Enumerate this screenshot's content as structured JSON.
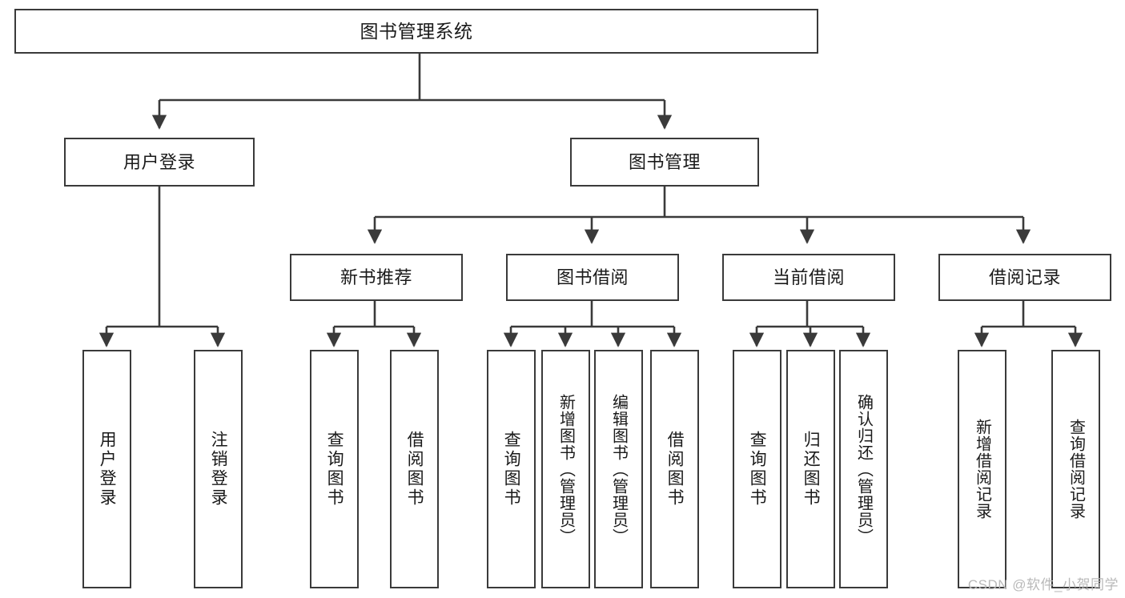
{
  "diagram": {
    "type": "tree-hierarchy",
    "title": "图书管理系统",
    "orientation": "top-down",
    "colors": {
      "node_border": "#3a3a3a",
      "node_fill": "#ffffff",
      "edge": "#3a3a3a",
      "text": "#1a1a1a",
      "watermark": "#b9b9b9",
      "background": "#ffffff"
    },
    "watermark": "CSDN @软件_小贺同学",
    "nodes": {
      "root": {
        "label": "图书管理系统"
      },
      "level2": [
        {
          "id": "user-login",
          "label": "用户登录"
        },
        {
          "id": "book-manage",
          "label": "图书管理"
        }
      ],
      "level3": [
        {
          "id": "new-book-recommend",
          "label": "新书推荐"
        },
        {
          "id": "book-borrow",
          "label": "图书借阅"
        },
        {
          "id": "current-borrow",
          "label": "当前借阅"
        },
        {
          "id": "borrow-record",
          "label": "借阅记录"
        }
      ],
      "leaves": {
        "user-login": [
          {
            "id": "leaf-user-login",
            "label": "用户登录"
          },
          {
            "id": "leaf-logout-login",
            "label": "注销登录"
          }
        ],
        "new-book-recommend": [
          {
            "id": "leaf-query-book-1",
            "label": "查询图书"
          },
          {
            "id": "leaf-borrow-book-1",
            "label": "借阅图书"
          }
        ],
        "book-borrow": [
          {
            "id": "leaf-query-book-2",
            "label": "查询图书"
          },
          {
            "id": "leaf-add-book",
            "label": "新增图书（管理员）"
          },
          {
            "id": "leaf-edit-book",
            "label": "编辑图书（管理员）"
          },
          {
            "id": "leaf-borrow-book-2",
            "label": "借阅图书"
          }
        ],
        "current-borrow": [
          {
            "id": "leaf-query-book-3",
            "label": "查询图书"
          },
          {
            "id": "leaf-return-book",
            "label": "归还图书"
          },
          {
            "id": "leaf-confirm-return",
            "label": "确认归还（管理员）"
          }
        ],
        "borrow-record": [
          {
            "id": "leaf-add-record",
            "label": "新增借阅记录"
          },
          {
            "id": "leaf-query-record",
            "label": "查询借阅记录"
          }
        ]
      }
    }
  }
}
